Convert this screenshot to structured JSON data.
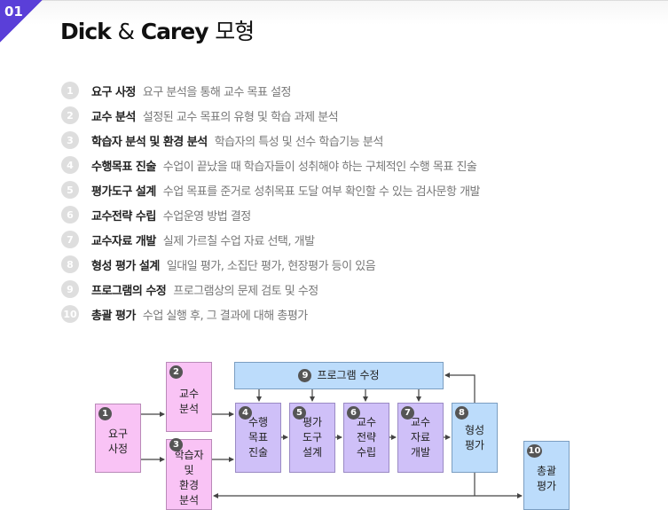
{
  "badge": {
    "number": "01",
    "color": "#5a3fd8"
  },
  "title": {
    "main": "Dick",
    "amp": "&",
    "main2": "Carey",
    "suffix": "모형"
  },
  "steps": [
    {
      "num": "1",
      "title": "요구 사정",
      "desc": "요구 분석을 통해 교수 목표 설정"
    },
    {
      "num": "2",
      "title": "교수 분석",
      "desc": "설정된 교수 목표의 유형 및 학습 과제 분석"
    },
    {
      "num": "3",
      "title": "학습자 분석 및 환경 분석",
      "desc": "학습자의 특성 및 선수 학습기능 분석"
    },
    {
      "num": "4",
      "title": "수행목표 진술",
      "desc": "수업이 끝났을 때 학습자들이 성취해야 하는 구체적인 수행 목표 진술"
    },
    {
      "num": "5",
      "title": "평가도구 설계",
      "desc": "수업 목표를 준거로 성취목표 도달 여부 확인할 수 있는 검사문항 개발"
    },
    {
      "num": "6",
      "title": "교수전략 수립",
      "desc": "수업운영 방법 결정"
    },
    {
      "num": "7",
      "title": "교수자료 개발",
      "desc": "실제 가르칠 수업 자료 선택, 개발"
    },
    {
      "num": "8",
      "title": "형성 평가 설계",
      "desc": "일대일 평가, 소집단 평가, 현장평가 등이 있음"
    },
    {
      "num": "9",
      "title": "프로그램의 수정",
      "desc": "프로그램상의 문제 검토 및 수정"
    },
    {
      "num": "10",
      "title": "총괄 평가",
      "desc": "수업 실행 후, 그 결과에 대해 총평가"
    }
  ],
  "diagram": {
    "colors": {
      "pink": "#f9c3f5",
      "purple": "#cfc0f8",
      "blue": "#bcdcfb",
      "arrow": "#444444"
    },
    "boxes": [
      {
        "num": "1",
        "label": "요구\n사정"
      },
      {
        "num": "2",
        "label": "교수\n분석"
      },
      {
        "num": "3",
        "label": "학습자\n및\n환경\n분석"
      },
      {
        "num": "4",
        "label": "수행\n목표\n진술"
      },
      {
        "num": "5",
        "label": "평가\n도구\n설계"
      },
      {
        "num": "6",
        "label": "교수\n전략\n수립"
      },
      {
        "num": "7",
        "label": "교수\n자료\n개발"
      },
      {
        "num": "8",
        "label": "형성\n평가"
      },
      {
        "num": "9",
        "label": "프로그램 수정"
      },
      {
        "num": "10",
        "label": "총괄\n평가"
      }
    ]
  }
}
